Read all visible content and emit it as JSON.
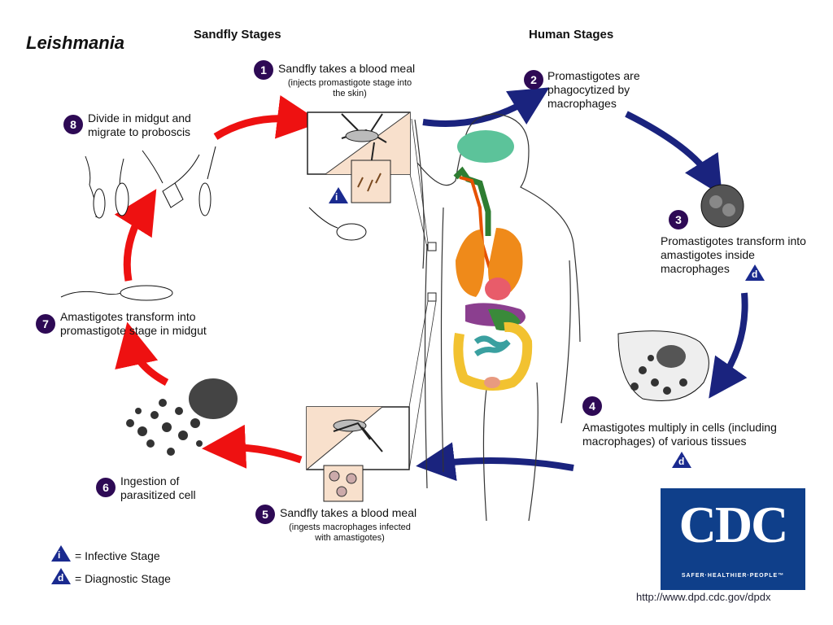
{
  "title": "Leishmania",
  "headers": {
    "sandfly": "Sandfly Stages",
    "human": "Human Stages"
  },
  "steps": [
    {
      "num": "1",
      "text": "Sandfly takes a blood meal",
      "sub": "(injects promastigote stage into the skin)"
    },
    {
      "num": "2",
      "text": "Promastigotes are phagocytized by macrophages"
    },
    {
      "num": "3",
      "text": "Promastigotes transform into amastigotes inside macrophages"
    },
    {
      "num": "4",
      "text": "Amastigotes multiply in cells (including macrophages) of various tissues"
    },
    {
      "num": "5",
      "text": "Sandfly takes a blood meal",
      "sub": "(ingests macrophages infected with amastigotes)"
    },
    {
      "num": "6",
      "text": "Ingestion of parasitized cell"
    },
    {
      "num": "7",
      "text": "Amastigotes transform into promastigote stage in midgut"
    },
    {
      "num": "8",
      "text": "Divide in midgut and migrate to proboscis"
    }
  ],
  "legend": {
    "infective_symbol": "i",
    "infective_label": "= Infective Stage",
    "diagnostic_symbol": "d",
    "diagnostic_label": "= Diagnostic Stage"
  },
  "logo": {
    "letters": "CDC",
    "tagline": "SAFER·HEALTHIER·PEOPLE™"
  },
  "url": "http://www.dpd.cdc.gov/dpdx",
  "colors": {
    "human_arrow": "#1a237e",
    "sandfly_arrow": "#ee1111",
    "badge": "#2e0a55",
    "logo": "#0f3f8a"
  }
}
